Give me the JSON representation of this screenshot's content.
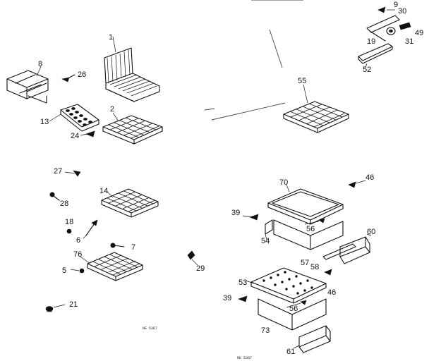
{
  "labels": {
    "p1": "1",
    "p2": "2",
    "p5": "5",
    "p6": "6",
    "p7": "7",
    "p8": "8",
    "p9": "9",
    "p13": "13",
    "p14": "14",
    "p18": "18",
    "p19": "19",
    "p21": "21",
    "p24": "24",
    "p26": "26",
    "p27": "27",
    "p28": "28",
    "p29": "29",
    "p30": "30",
    "p31": "31",
    "p39a": "39",
    "p39b": "39",
    "p46a": "46",
    "p46b": "46",
    "p49": "49",
    "p52": "52",
    "p53": "53",
    "p54": "54",
    "p55": "55",
    "p56a": "56",
    "p56b": "56",
    "p57": "57",
    "p58": "58",
    "p60": "60",
    "p61": "61",
    "p70": "70",
    "p73": "73",
    "p76": "76"
  },
  "footer": {
    "code_left": "NE 5367",
    "code_bottom": "NE 5367"
  },
  "colors": {
    "ink": "#111111",
    "paper": "#ffffff"
  }
}
